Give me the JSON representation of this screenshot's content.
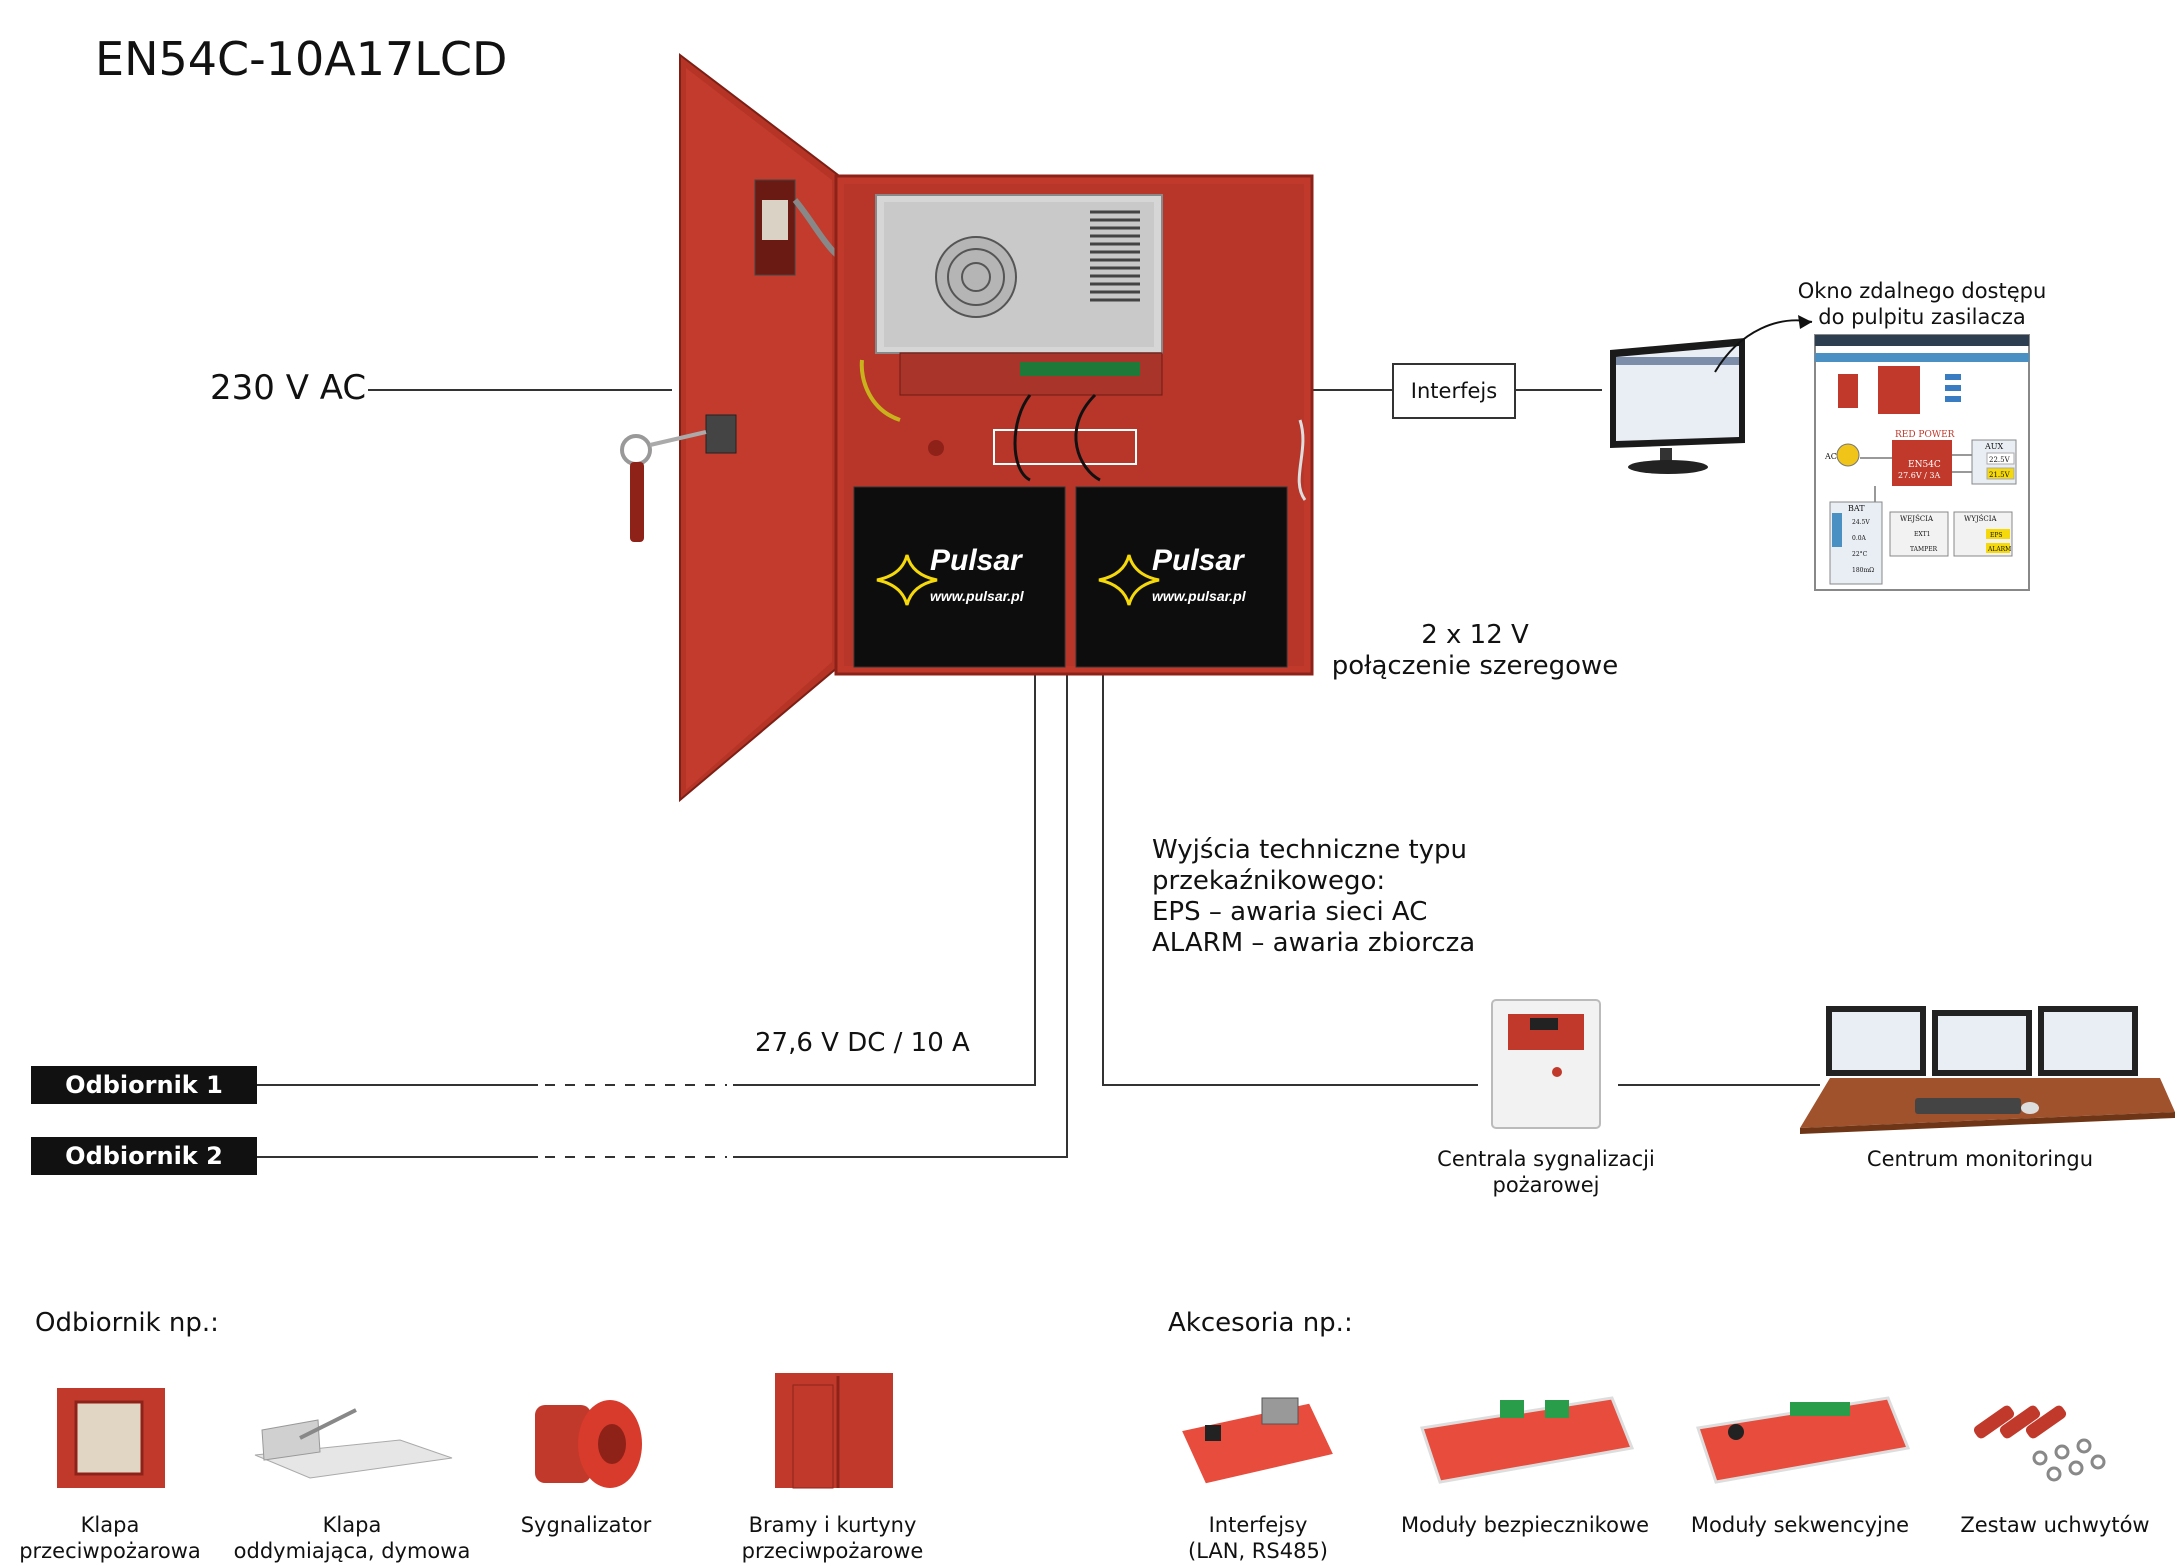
{
  "title": "EN54C-10A17LCD",
  "power_input": "230 V AC",
  "interface_label": "Interfejs",
  "remote_access": [
    "Okno zdalnego dostępu",
    "do pulpitu zasilacza"
  ],
  "battery_note": [
    "2 x 12 V",
    "połączenie szeregowe"
  ],
  "battery_brand": "Pulsar",
  "battery_url": "www.pulsar.pl",
  "relay_outputs": [
    "Wyjścia techniczne typu",
    "przekaźnikowego:",
    "EPS – awaria sieci AC",
    "ALARM – awaria zbiorcza"
  ],
  "output_rating": "27,6 V DC / 10 A",
  "receivers": [
    "Odbiornik 1",
    "Odbiornik 2"
  ],
  "fire_panel": [
    "Centrala sygnalizacji",
    "pożarowej"
  ],
  "monitoring_center": "Centrum monitoringu",
  "receivers_heading": "Odbiornik np.:",
  "receiver_examples": [
    {
      "line1": "Klapa",
      "line2": "przeciwpożarowa"
    },
    {
      "line1": "Klapa",
      "line2": "oddymiająca, dymowa"
    },
    {
      "line1": "Sygnalizator",
      "line2": ""
    },
    {
      "line1": "Bramy i kurtyny",
      "line2": "przeciwpożarowe"
    }
  ],
  "accessories_heading": "Akcesoria np.:",
  "accessory_examples": [
    {
      "line1": "Interfejsy",
      "line2": "(LAN, RS485)"
    },
    {
      "line1": "Moduły bezpiecznikowe",
      "line2": ""
    },
    {
      "line1": "Moduły sekwencyjne",
      "line2": ""
    },
    {
      "line1": "Zestaw uchwytów",
      "line2": ""
    }
  ],
  "screen": {
    "brand": "RED POWER",
    "model": "EN54C",
    "rating": "27.6V / 3A",
    "aux_label": "AUX",
    "aux_values": [
      "22.5V",
      "21.5V"
    ],
    "bat_label": "BAT",
    "bat_values": [
      "24.5V",
      "0.0A",
      "22°C",
      "180mΩ"
    ],
    "inputs_label": "WEJŚCIA",
    "inputs": [
      "EXT1",
      "TAMPER"
    ],
    "outputs_label": "WYJŚCIA",
    "outputs": [
      "EPS",
      "ALARM"
    ],
    "ac_label": "AC"
  },
  "colors": {
    "enclosure": "#c0392b",
    "enclosure_dark": "#8e2218",
    "battery": "#0d0d0d",
    "battery_logo": "#f5d90a",
    "desk": "#a0522d"
  }
}
